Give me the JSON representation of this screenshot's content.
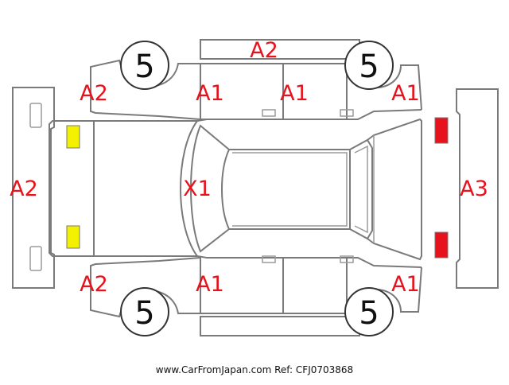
{
  "marks": {
    "top_bumper_panel": "A2",
    "front_left_fender": "A2",
    "front_left_door": "A1",
    "rear_left_door": "A1",
    "rear_left_fender": "A1",
    "front_bumper": "A2",
    "roof": "X1",
    "rear_bumper": "A3",
    "front_right_fender": "A2",
    "front_right_door": "A1",
    "rear_right_fender": "A1"
  },
  "wheels": {
    "front_left": "5",
    "rear_left": "5",
    "front_right": "5",
    "rear_right": "5"
  },
  "colors": {
    "mark_text": "#e8121c",
    "outline": "#7a7a7a",
    "front_light": "#f3f000",
    "rear_light": "#e8121c"
  },
  "footer": "www.CarFromJapan.com Ref: CFJ0703868"
}
